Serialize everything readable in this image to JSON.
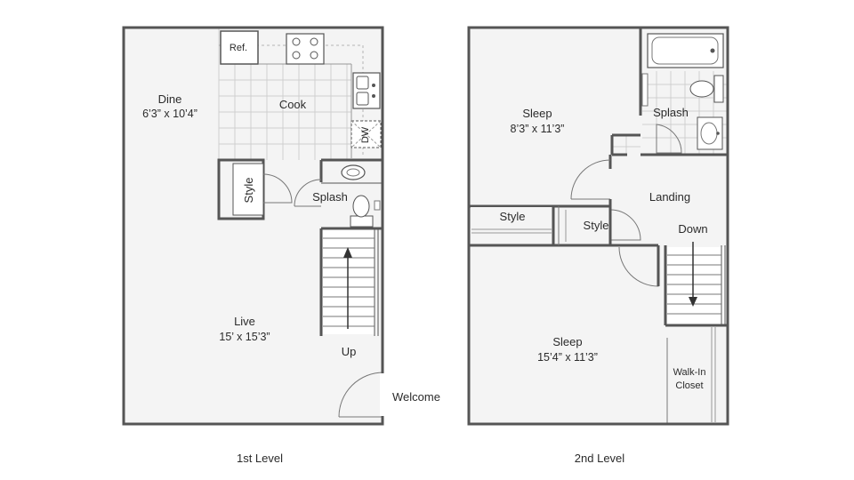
{
  "levels": [
    {
      "caption": "1st Level",
      "rooms": {
        "dine": {
          "name": "Dine",
          "size": "6’3” x 10’4”"
        },
        "cook": {
          "name": "Cook"
        },
        "ref": "Ref.",
        "dw": "DW",
        "style": "Style",
        "splash": "Splash",
        "live": {
          "name": "Live",
          "size": "15’ x 15’3”"
        },
        "up": "Up",
        "welcome": "Welcome"
      }
    },
    {
      "caption": "2nd Level",
      "rooms": {
        "sleep_top": {
          "name": "Sleep",
          "size": "8’3” x 11’3”"
        },
        "splash": "Splash",
        "landing": "Landing",
        "style_left": "Style",
        "style_mid": "Style",
        "down": "Down",
        "sleep_bottom": {
          "name": "Sleep",
          "size": "15’4” x 11’3”"
        },
        "walkin": {
          "line1": "Walk-In",
          "line2": "Closet"
        }
      }
    }
  ],
  "colors": {
    "wall": "#555555",
    "floor": "#f4f4f4",
    "grid": "#cfcfcf",
    "text": "#2b2b2b"
  }
}
